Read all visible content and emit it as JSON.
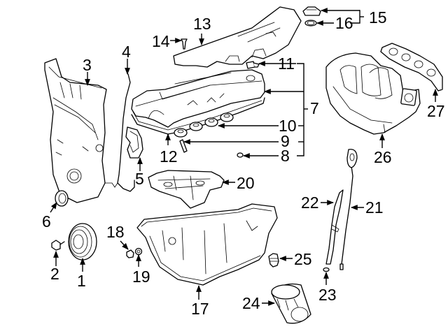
{
  "diagram": {
    "title": "Engine Parts Exploded View",
    "callouts": [
      {
        "id": "1",
        "label": "1",
        "part": "crankshaft-pulley"
      },
      {
        "id": "2",
        "label": "2",
        "part": "pulley-bolt"
      },
      {
        "id": "3",
        "label": "3",
        "part": "timing-cover"
      },
      {
        "id": "4",
        "label": "4",
        "part": "timing-cover-gasket"
      },
      {
        "id": "5",
        "label": "5",
        "part": "water-pump-gasket"
      },
      {
        "id": "6",
        "label": "6",
        "part": "front-crank-seal"
      },
      {
        "id": "7",
        "label": "7",
        "part": "valve-cover-assembly"
      },
      {
        "id": "8",
        "label": "8",
        "part": "o-ring"
      },
      {
        "id": "9",
        "label": "9",
        "part": "pcv-pin"
      },
      {
        "id": "10",
        "label": "10",
        "part": "spark-plug-tube-seal"
      },
      {
        "id": "11",
        "label": "11",
        "part": "pcv-valve"
      },
      {
        "id": "12",
        "label": "12",
        "part": "valve-cover-gasket"
      },
      {
        "id": "13",
        "label": "13",
        "part": "engine-cover"
      },
      {
        "id": "14",
        "label": "14",
        "part": "engine-cover-bolt"
      },
      {
        "id": "15",
        "label": "15",
        "part": "oil-filler-cap-assembly"
      },
      {
        "id": "16",
        "label": "16",
        "part": "filler-cap-gasket"
      },
      {
        "id": "17",
        "label": "17",
        "part": "oil-pan"
      },
      {
        "id": "18",
        "label": "18",
        "part": "drain-plug"
      },
      {
        "id": "19",
        "label": "19",
        "part": "drain-plug-washer"
      },
      {
        "id": "20",
        "label": "20",
        "part": "oil-baffle"
      },
      {
        "id": "21",
        "label": "21",
        "part": "dipstick"
      },
      {
        "id": "22",
        "label": "22",
        "part": "dipstick-tube"
      },
      {
        "id": "23",
        "label": "23",
        "part": "dipstick-tube-o-ring"
      },
      {
        "id": "24",
        "label": "24",
        "part": "oil-filter"
      },
      {
        "id": "25",
        "label": "25",
        "part": "oil-pressure-switch"
      },
      {
        "id": "26",
        "label": "26",
        "part": "intake-manifold"
      },
      {
        "id": "27",
        "label": "27",
        "part": "intake-manifold-gasket"
      }
    ]
  }
}
